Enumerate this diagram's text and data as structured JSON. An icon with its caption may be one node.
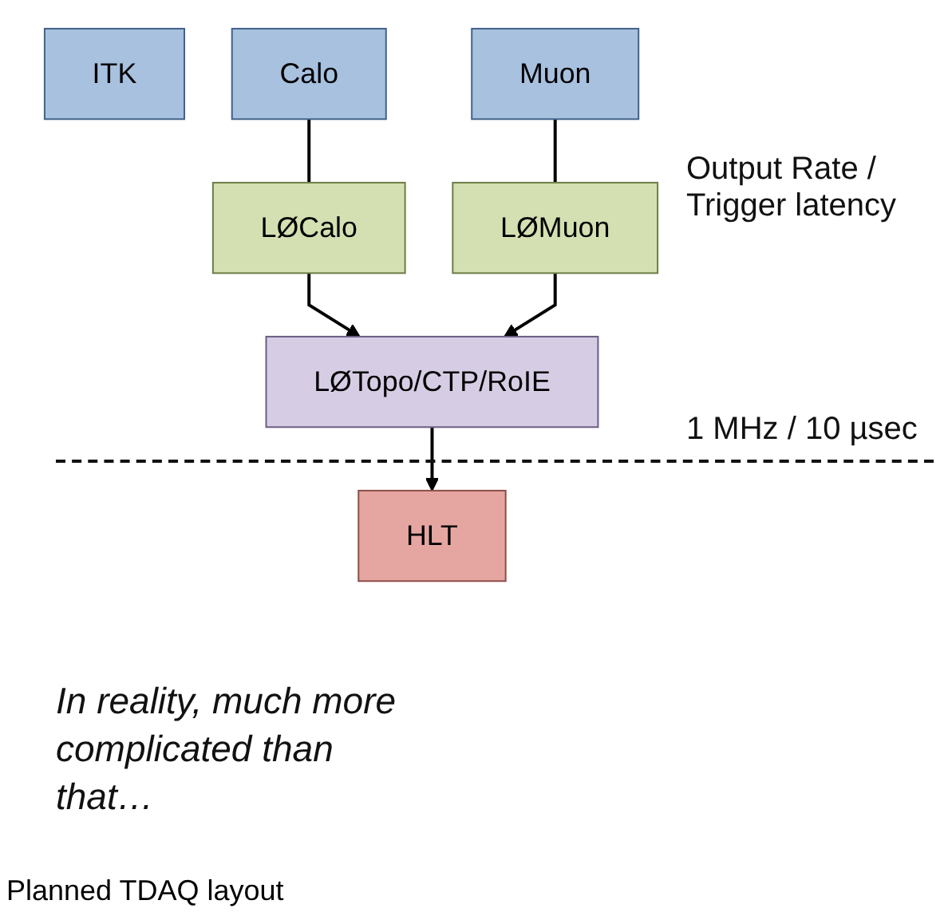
{
  "diagram": {
    "caption": "Planned TDAQ layout",
    "nodes": [
      {
        "text": [
          "ITK"
        ]
      },
      {
        "text": [
          "Calo"
        ]
      },
      {
        "text": [
          "Muon"
        ]
      },
      {
        "text": [
          "LØCalo"
        ]
      },
      {
        "text": [
          "LØMuon"
        ]
      },
      {
        "text": [
          "LØTopo/CTP/RoIE"
        ]
      },
      {
        "text": [
          "HLT"
        ]
      }
    ],
    "edges": [
      {
        "from": 1,
        "to": 3,
        "arrow": "none"
      },
      {
        "from": 2,
        "to": 4,
        "arrow": "none"
      },
      {
        "from": 3,
        "to": 5,
        "arrow": "to"
      },
      {
        "from": 4,
        "to": 5,
        "arrow": "to"
      },
      {
        "from": 5,
        "to": 6,
        "arrow": "to"
      }
    ],
    "labels": [
      "Output Rate / Trigger latency",
      "1 MHz / 10 µsec",
      "In reality, much more complicated than that…"
    ]
  }
}
